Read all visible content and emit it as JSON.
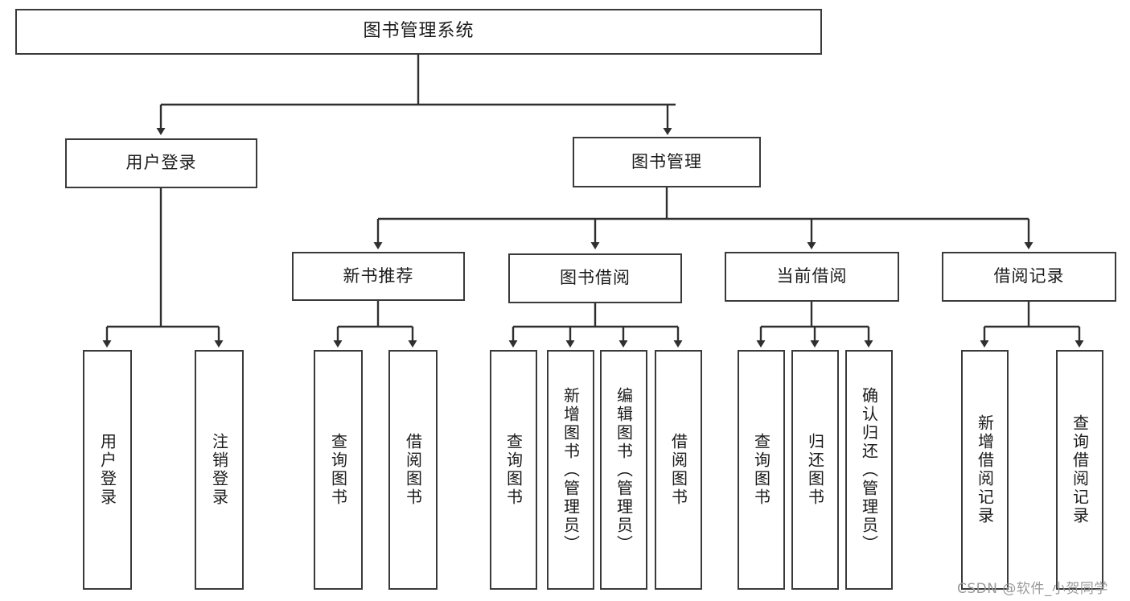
{
  "diagram": {
    "type": "tree",
    "title": "图书管理系统",
    "root": {
      "label": "图书管理系统"
    },
    "level1": [
      {
        "label": "用户登录"
      },
      {
        "label": "图书管理"
      }
    ],
    "level2": [
      {
        "label": "新书推荐",
        "parent": "图书管理"
      },
      {
        "label": "图书借阅",
        "parent": "图书管理"
      },
      {
        "label": "当前借阅",
        "parent": "图书管理"
      },
      {
        "label": "借阅记录",
        "parent": "图书管理"
      }
    ],
    "leaves": [
      {
        "label": "用户登录",
        "parent": "用户登录"
      },
      {
        "label": "注销登录",
        "parent": "用户登录"
      },
      {
        "label": "查询图书",
        "parent": "新书推荐"
      },
      {
        "label": "借阅图书",
        "parent": "新书推荐"
      },
      {
        "label": "查询图书",
        "parent": "图书借阅"
      },
      {
        "label": "新增图书（管理员）",
        "parent": "图书借阅"
      },
      {
        "label": "编辑图书（管理员）",
        "parent": "图书借阅"
      },
      {
        "label": "借阅图书",
        "parent": "图书借阅"
      },
      {
        "label": "查询图书",
        "parent": "当前借阅"
      },
      {
        "label": "归还图书",
        "parent": "当前借阅"
      },
      {
        "label": "确认归还（管理员）",
        "parent": "当前借阅"
      },
      {
        "label": "新增借阅记录",
        "parent": "借阅记录"
      },
      {
        "label": "查询借阅记录",
        "parent": "借阅记录"
      }
    ],
    "colors": {
      "border": "#3a3a3a",
      "connector": "#2f2f2f",
      "background": "#ffffff",
      "text": "#1b1b1b",
      "watermark": "#9a9a9a"
    }
  },
  "watermark": {
    "text": "CSDN @软件_小贺同学"
  }
}
